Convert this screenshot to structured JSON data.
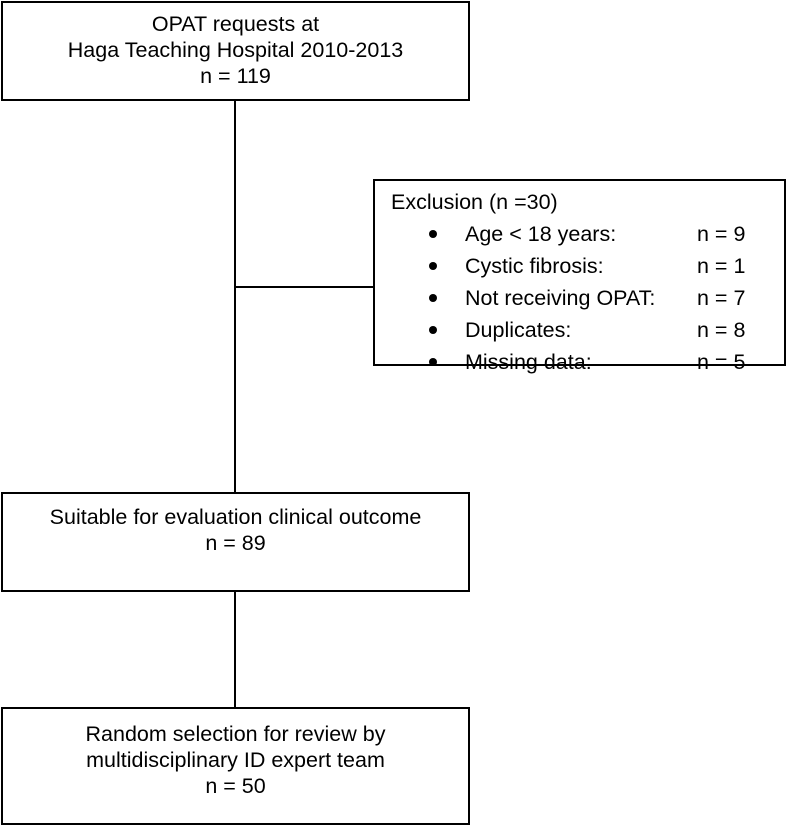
{
  "flowchart": {
    "top_box": {
      "lines": [
        "OPAT requests at",
        "Haga Teaching Hospital 2010-2013",
        "n = 119"
      ]
    },
    "exclusion_box": {
      "title": "Exclusion (n =30)",
      "items": [
        {
          "label": "Age < 18 years:",
          "count": "n = 9"
        },
        {
          "label": "Cystic fibrosis:",
          "count": "n = 1"
        },
        {
          "label": "Not receiving OPAT:",
          "count": "n = 7"
        },
        {
          "label": "Duplicates:",
          "count": "n = 8"
        },
        {
          "label": "Missing data:",
          "count": "n = 5"
        }
      ]
    },
    "middle_box": {
      "lines": [
        "Suitable for evaluation clinical outcome",
        "n = 89"
      ]
    },
    "bottom_box": {
      "lines": [
        "Random selection for review by",
        "multidisciplinary ID expert team",
        "n = 50"
      ]
    }
  }
}
